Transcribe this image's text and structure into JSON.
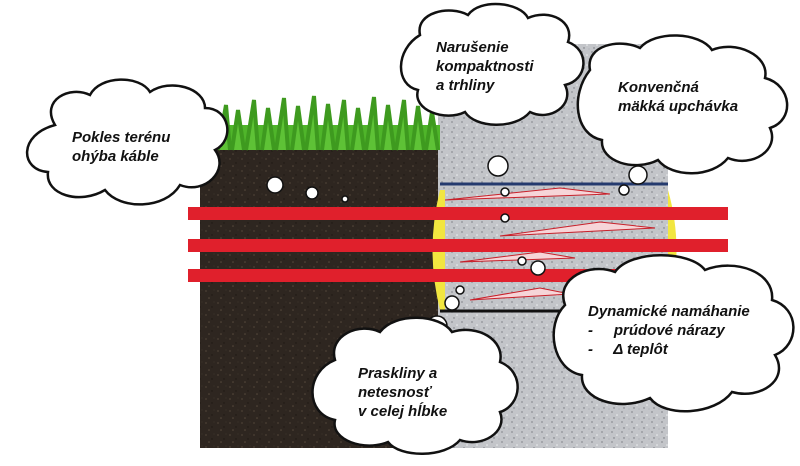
{
  "clouds": {
    "pokles": {
      "line1": "Pokles terénu",
      "line2": "ohýba káble"
    },
    "narusenie": {
      "line1": "Narušenie",
      "line2": "kompaktnosti",
      "line3": "a trhliny"
    },
    "konvencna": {
      "line1": "Konvenčná",
      "line2": "mäkká upchávka"
    },
    "dynamicke": {
      "title": "Dynamické namáhanie",
      "item1": "-     prúdové nárazy",
      "item2": "-     Δ teplôt"
    },
    "praskliny": {
      "line1": "Praskliny a",
      "line2": "netesnosť",
      "line3": "v celej hĺbke"
    }
  },
  "colors": {
    "cable": "#e0202c",
    "soil": "#2e2620",
    "concrete": "#c8cace",
    "grass": "#4fb52a",
    "seal": "#f2e640",
    "cloud_outline": "#111111"
  }
}
